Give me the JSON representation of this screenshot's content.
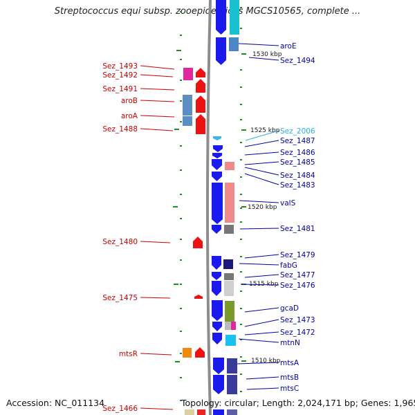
{
  "header": {
    "title": "Streptococcus equi subsp. zooepidemicus MGCS10565, complete ..."
  },
  "footer": {
    "accession": "Accession: NC_011134",
    "topology": "Topology: circular; Length: 2,024,171 bp; Genes: 1,965"
  },
  "colors": {
    "backbone": "#8c8c8c",
    "reverse_strand": "#ee1111",
    "forward_strand": "#1a1aee",
    "tick": "#1d8f1d",
    "left_label": "#cc0000",
    "right_label": "#0000aa",
    "highlight_label": "#2ab0e0"
  },
  "scale_labels": [
    "1530 kbp",
    "1525 kbp",
    "1520 kbp",
    "1515 kbp",
    "1510 kbp"
  ],
  "left_genes": [
    {
      "label": "Sez_1493"
    },
    {
      "label": "Sez_1492"
    },
    {
      "label": "Sez_1491"
    },
    {
      "label": "aroB"
    },
    {
      "label": "aroA"
    },
    {
      "label": "Sez_1488"
    },
    {
      "label": "Sez_1480"
    },
    {
      "label": "Sez_1475"
    },
    {
      "label": "mtsR"
    },
    {
      "label": "Sez_1466"
    }
  ],
  "right_genes": [
    {
      "label": "aroE"
    },
    {
      "label": "Sez_1494"
    },
    {
      "label": "Sez_2006"
    },
    {
      "label": "Sez_1487"
    },
    {
      "label": "Sez_1486"
    },
    {
      "label": "Sez_1485"
    },
    {
      "label": "Sez_1484"
    },
    {
      "label": "Sez_1483"
    },
    {
      "label": "valS"
    },
    {
      "label": "Sez_1481"
    },
    {
      "label": "Sez_1479"
    },
    {
      "label": "fabG"
    },
    {
      "label": "Sez_1477"
    },
    {
      "label": "Sez_1476"
    },
    {
      "label": "gcaD"
    },
    {
      "label": "Sez_1473"
    },
    {
      "label": "Sez_1472"
    },
    {
      "label": "mtnN"
    },
    {
      "label": "mtsA"
    },
    {
      "label": "mtsB"
    },
    {
      "label": "mtsC"
    }
  ]
}
